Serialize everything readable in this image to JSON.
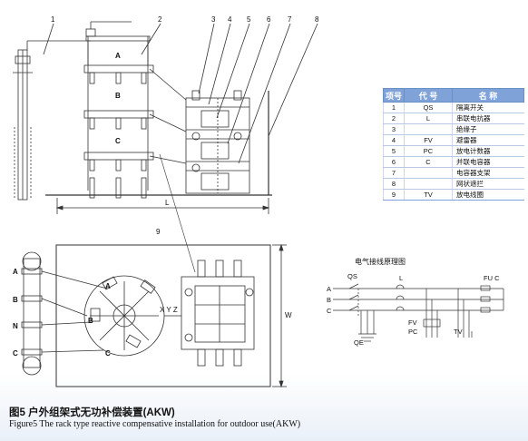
{
  "legend": {
    "headers": [
      "项号",
      "代 号",
      "名 称"
    ],
    "rows": [
      {
        "no": "1",
        "code": "QS",
        "name": "隔离开关"
      },
      {
        "no": "2",
        "code": "L",
        "name": "串联电抗器"
      },
      {
        "no": "3",
        "code": "",
        "name": "绝缘子"
      },
      {
        "no": "4",
        "code": "FV",
        "name": "避雷器"
      },
      {
        "no": "5",
        "code": "PC",
        "name": "放电计数器"
      },
      {
        "no": "6",
        "code": "C",
        "name": "并联电容器"
      },
      {
        "no": "7",
        "code": "",
        "name": "电容器支架"
      },
      {
        "no": "8",
        "code": "",
        "name": "网状遮拦"
      },
      {
        "no": "9",
        "code": "TV",
        "name": "放电线圈"
      }
    ]
  },
  "callouts": [
    "1",
    "2",
    "3",
    "4",
    "5",
    "6",
    "7",
    "8",
    "9"
  ],
  "front_view": {
    "phase_a": "A",
    "phase_b": "B",
    "phase_c": "C",
    "width_label": "L"
  },
  "plan_view": {
    "side_a": "A",
    "side_b": "B",
    "side_n": "N",
    "side_c": "C",
    "circle_a": "A",
    "circle_b": "B",
    "circle_c": "C",
    "xyz": "X Y Z",
    "depth_label": "W"
  },
  "wiring": {
    "title": "电气接线原理图",
    "phase_a": "A",
    "phase_b": "B",
    "phase_c": "C",
    "qs": "QS",
    "l": "L",
    "fu_c": "FU C",
    "fv": "FV",
    "pc": "PC",
    "tv": "TV",
    "qe": "QE"
  },
  "caption": {
    "cn": "图5   户外组架式无功补偿装置(AKW)",
    "en": "Figure5  The rack type reactive compensative installation for outdoor use(AKW)"
  },
  "colors": {
    "line": "#333333",
    "table_header": "#7fa3d8",
    "table_rule": "#b9c8e4"
  }
}
